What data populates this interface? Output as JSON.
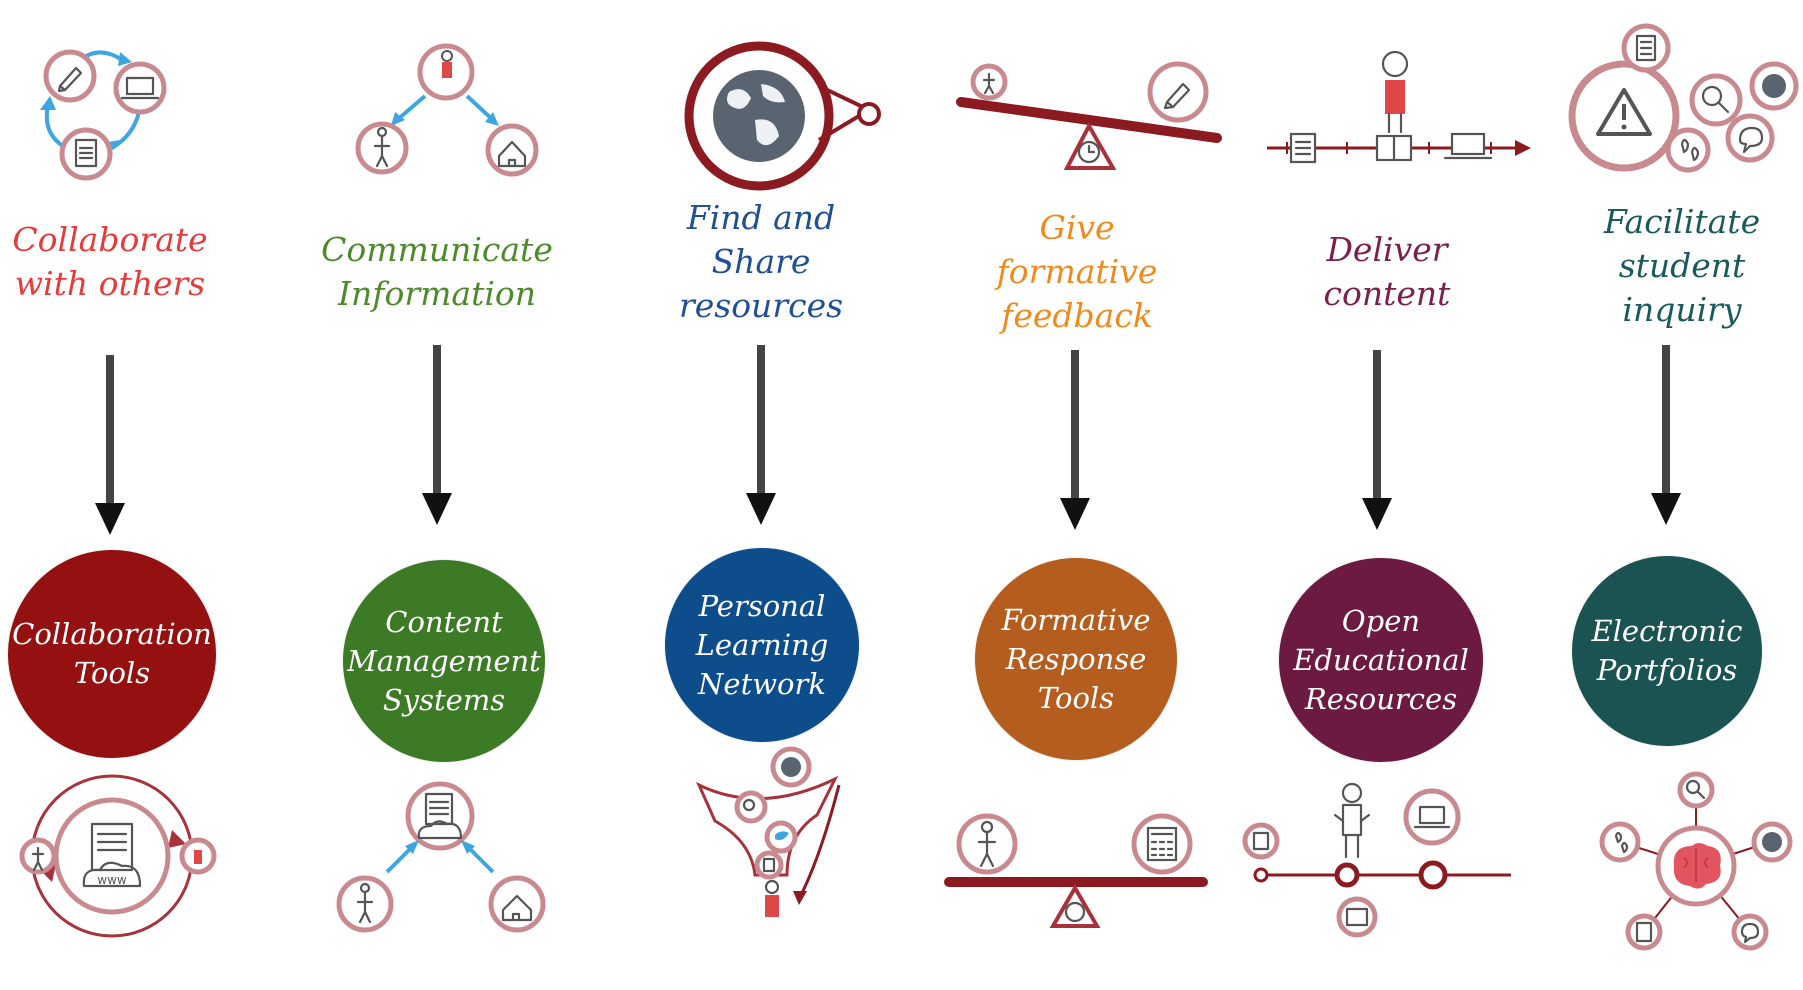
{
  "colors": {
    "collaborate": "#e53b3b",
    "communicate": "#4c8a2b",
    "find_share": "#1f4f94",
    "formative": "#ef8a1c",
    "deliver": "#7a1f4e",
    "facilitate": "#1b5a5c",
    "disc_collaboration": "#951111",
    "disc_cms": "#3c7a26",
    "disc_pln": "#0d4d8c",
    "disc_formative": "#b45d1e",
    "disc_oer": "#6c1a42",
    "disc_portfolios": "#1a5352"
  },
  "columns": [
    {
      "id": "collaborate",
      "verb": "Collaborate\nwith others",
      "tool": "Collaboration\nTools"
    },
    {
      "id": "communicate",
      "verb": "Communicate\nInformation",
      "tool": "Content\nManagement\nSystems"
    },
    {
      "id": "find_share",
      "verb": "Find and\nShare\nresources",
      "tool": "Personal\nLearning\nNetwork"
    },
    {
      "id": "formative",
      "verb": "Give\nformative\nfeedback",
      "tool": "Formative\nResponse\nTools"
    },
    {
      "id": "deliver",
      "verb": "Deliver\ncontent",
      "tool": "Open\nEducational\nResources"
    },
    {
      "id": "facilitate",
      "verb": "Facilitate\nstudent\ninquiry",
      "tool": "Electronic\nPortfolios"
    }
  ],
  "icon_labels": {
    "www": "www"
  }
}
